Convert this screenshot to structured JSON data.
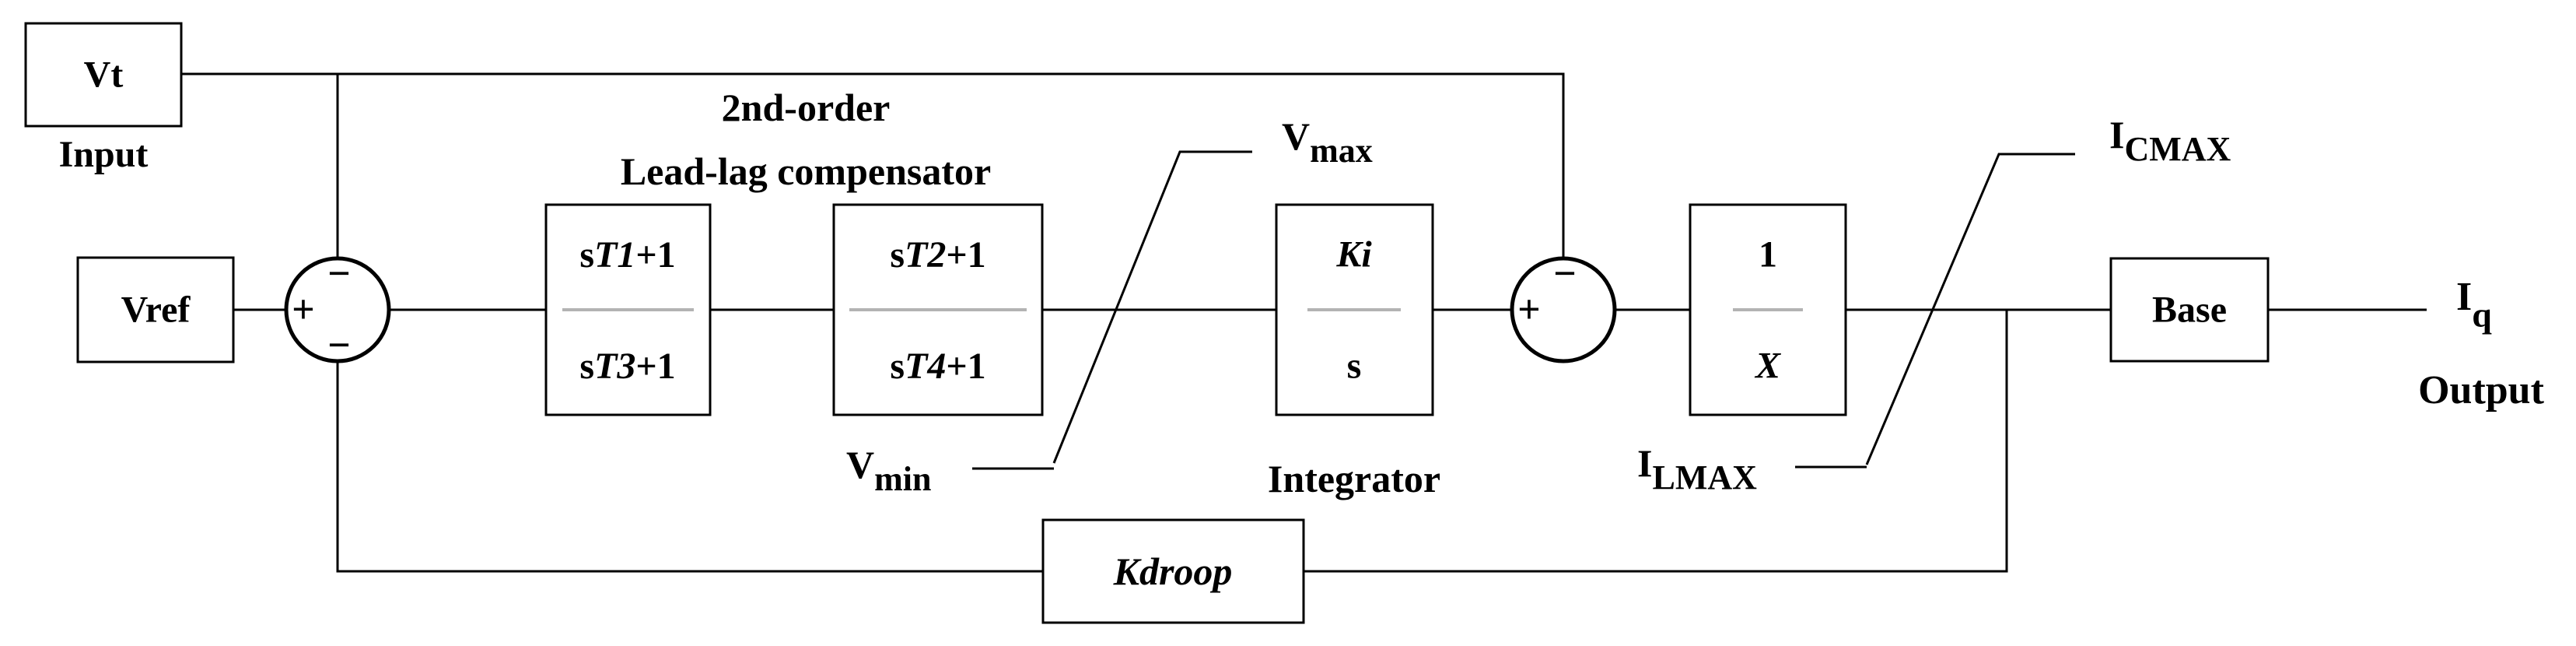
{
  "blocks": {
    "vt": "Vt",
    "vref": "Vref",
    "leadlag1": {
      "num_pre": "s",
      "num_var": "T1",
      "num_post": "+1",
      "den_pre": "s",
      "den_var": "T3",
      "den_post": "+1"
    },
    "leadlag2": {
      "num_pre": "s",
      "num_var": "T2",
      "num_post": "+1",
      "den_pre": "s",
      "den_var": "T4",
      "den_post": "+1"
    },
    "integrator": {
      "num": "Ki",
      "den": "s"
    },
    "reactance": {
      "num": "1",
      "den": "X"
    },
    "base": "Base",
    "droop": "Kdroop"
  },
  "labels": {
    "input": "Input",
    "output": "Output",
    "compensator_line1": "2nd-order",
    "compensator_line2": "Lead-lag compensator",
    "integrator": "Integrator",
    "vmax": {
      "main": "V",
      "sub": "max"
    },
    "vmin": {
      "main": "V",
      "sub": "min"
    },
    "icmax": {
      "main": "I",
      "sub": "CMAX"
    },
    "ilmax": {
      "main": "I",
      "sub": "LMAX"
    },
    "iq": {
      "main": "I",
      "sub": "q"
    }
  },
  "sum1": {
    "left_sign": "+",
    "top_sign": "−",
    "bottom_sign": "−"
  },
  "sum2": {
    "left_sign": "+",
    "top_sign": "−"
  }
}
